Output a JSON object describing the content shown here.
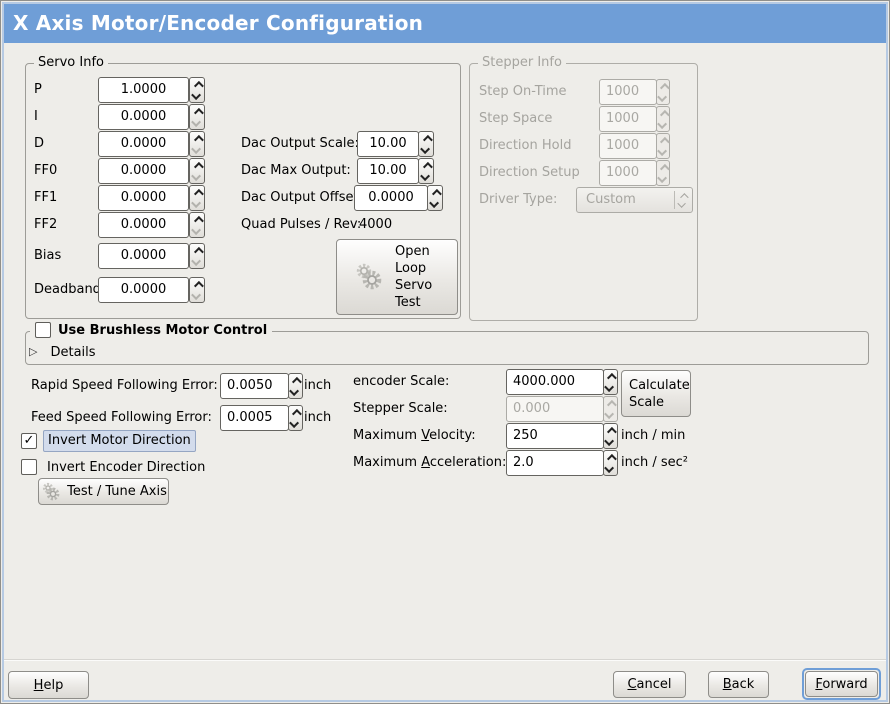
{
  "window": {
    "title": "X Axis Motor/Encoder Configuration"
  },
  "colors": {
    "header_bg": "#6f9ed7",
    "focus_highlight": "#d3dcec",
    "disabled_text": "#a5a49f"
  },
  "icons": {
    "check": "✓",
    "expander": "▷"
  },
  "servo": {
    "frame_label": "Servo Info",
    "rows": [
      {
        "label": "P",
        "value": "1.0000"
      },
      {
        "label": "I",
        "value": "0.0000"
      },
      {
        "label": "D",
        "value": "0.0000"
      },
      {
        "label": "FF0",
        "value": "0.0000"
      },
      {
        "label": "FF1",
        "value": "0.0000"
      },
      {
        "label": "FF2",
        "value": "0.0000"
      },
      {
        "label": "Bias",
        "value": "0.0000"
      },
      {
        "label": "Deadband",
        "value": "0.0000"
      }
    ]
  },
  "dac": {
    "rows": [
      {
        "label": "Dac Output Scale:",
        "value": "10.00"
      },
      {
        "label": "Dac Max Output:",
        "value": "10.00"
      },
      {
        "label": "Dac Output Offset:",
        "value": "0.0000"
      }
    ],
    "quad_label": "Quad Pulses / Rev:",
    "quad_value": "4000",
    "open_loop_button": "Open Loop Servo Test"
  },
  "stepper": {
    "frame_label": "Stepper Info",
    "rows": [
      {
        "label": "Step On-Time",
        "value": "1000"
      },
      {
        "label": "Step Space",
        "value": "1000"
      },
      {
        "label": "Direction Hold",
        "value": "1000"
      },
      {
        "label": "Direction Setup",
        "value": "1000"
      }
    ],
    "driver_label": "Driver Type:",
    "driver_value": "Custom"
  },
  "brushless": {
    "title": "Use Brushless Motor Control",
    "details": "Details"
  },
  "follow": {
    "rows": [
      {
        "label": "Rapid Speed Following Error:",
        "value": "0.0050",
        "unit": "inch"
      },
      {
        "label": "Feed Speed Following Error:",
        "value": "0.0005",
        "unit": "inch"
      }
    ]
  },
  "scale": {
    "encoder_label": "encoder Scale:",
    "encoder_value": "4000.000",
    "calc_button": "Calculate Scale",
    "stepper_label": "Stepper Scale:",
    "stepper_value": "0.000",
    "velocity": {
      "pre": "Maximum ",
      "u": "V",
      "post": "elocity:",
      "value": "250",
      "unit": "inch / min"
    },
    "accel": {
      "pre": "Maximum ",
      "u": "A",
      "post": "cceleration:",
      "value": "2.0",
      "unit": "inch / sec²"
    }
  },
  "invert": {
    "motor_label": "Invert Motor Direction",
    "encoder_label": "Invert Encoder Direction"
  },
  "test_button": "Test / Tune Axis",
  "footer": {
    "help": {
      "u": "H",
      "post": "elp"
    },
    "cancel": {
      "u": "C",
      "post": "ancel"
    },
    "back": {
      "u": "B",
      "post": "ack"
    },
    "forward": {
      "u": "F",
      "post": "orward"
    }
  }
}
